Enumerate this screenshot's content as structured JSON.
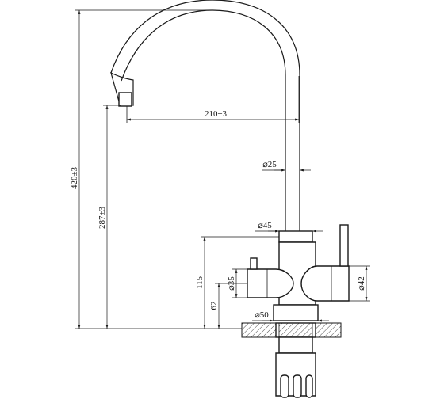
{
  "drawing": {
    "subject": "",
    "dimensions": {
      "total_height": "420±3",
      "spout_height": "287±3",
      "spout_reach": "210±3",
      "spout_tube_diameter": "⌀25",
      "body_diameter": "⌀45",
      "handle_left_diameter": "⌀35",
      "handle_right_diameter": "⌀42",
      "base_diameter": "⌀50",
      "body_lower_height": "115",
      "base_height": "62"
    }
  }
}
